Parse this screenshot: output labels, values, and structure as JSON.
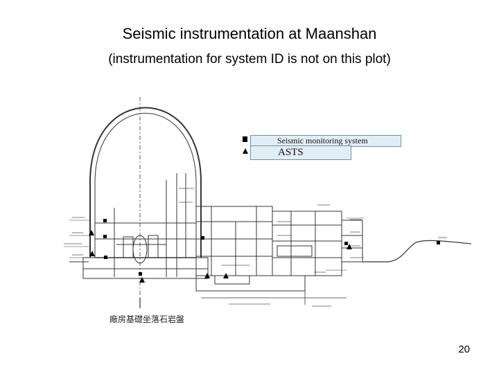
{
  "slide": {
    "title": "Seismic instrumentation at Maanshan",
    "subtitle": "(instrumentation for system ID is not on this plot)",
    "page_number": "20"
  },
  "legend": {
    "items": [
      {
        "marker": "square",
        "label": "Seismic monitoring system"
      },
      {
        "marker": "triangle",
        "label": "ASTS"
      }
    ],
    "box_color": "#e2eef6"
  },
  "drawing": {
    "foundation_label": "廠房基礎坐落石岩盤"
  }
}
